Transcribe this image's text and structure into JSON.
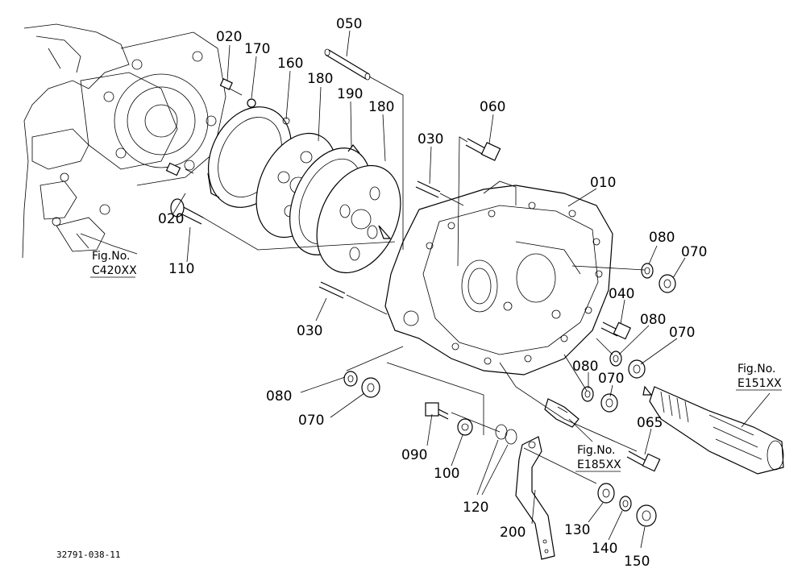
{
  "labels": {
    "l010": "010",
    "l020a": "020",
    "l020b": "020",
    "l030a": "030",
    "l030b": "030",
    "l040": "040",
    "l050": "050",
    "l060": "060",
    "l065": "065",
    "l070a": "070",
    "l070b": "070",
    "l070c": "070",
    "l070d": "070",
    "l080a": "080",
    "l080b": "080",
    "l080c": "080",
    "l080d": "080",
    "l090": "090",
    "l100": "100",
    "l110": "110",
    "l120": "120",
    "l130": "130",
    "l140": "140",
    "l150": "150",
    "l160": "160",
    "l170": "170",
    "l180a": "180",
    "l180b": "180",
    "l190": "190",
    "l200": "200"
  },
  "refs": {
    "c420_title": "Fig.No.",
    "c420_code": "C420XX",
    "e151_title": "Fig.No.",
    "e151_code": "E151XX",
    "e185_title": "Fig.No.",
    "e185_code": "E185XX"
  },
  "drawing_code": "32791-038-11"
}
